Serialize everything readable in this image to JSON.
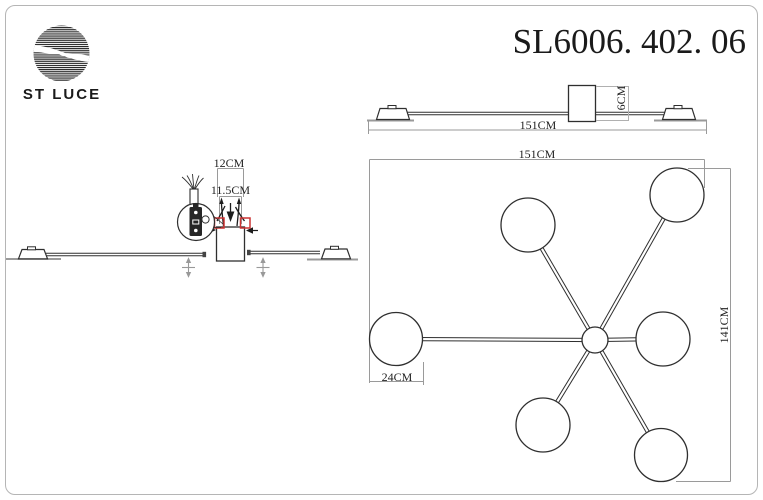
{
  "brand": {
    "name": "ST LUCE"
  },
  "header": {
    "model_number": "SL6006. 402. 06"
  },
  "side_view": {
    "width": "151CM",
    "canopy_height": "6CM"
  },
  "plan_view": {
    "width": "151CM",
    "height": "141CM",
    "shade_diameter": "24CM",
    "shade_count": 6
  },
  "detail_view": {
    "canopy_length": "12CM",
    "plate_length": "11.5CM"
  },
  "colors": {
    "line": "#2f2f2f",
    "dim_line": "#9a9a9a",
    "highlight_red": "#cc3333",
    "frame_border": "#b5b5b5"
  }
}
